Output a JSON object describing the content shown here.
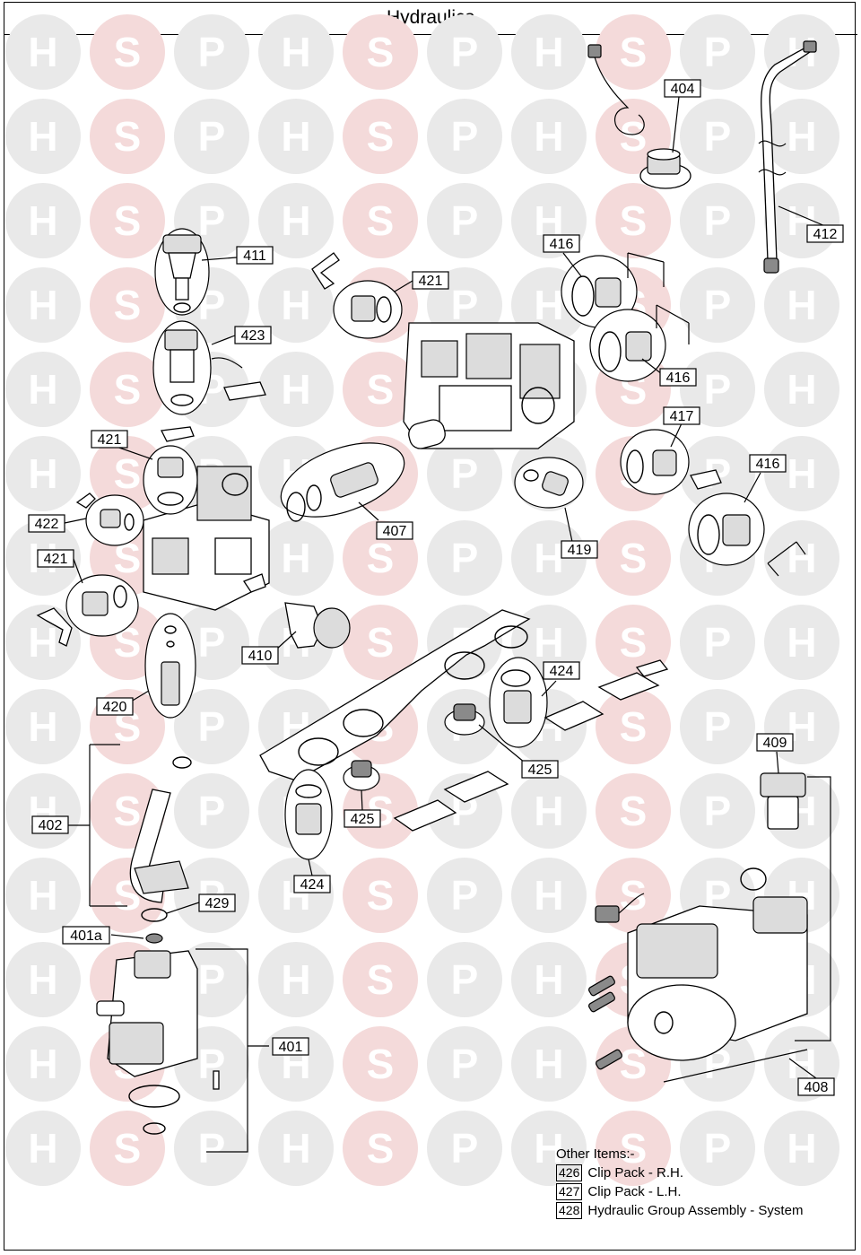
{
  "title": "Hydraulics",
  "watermark": {
    "letters": [
      "H",
      "S",
      "P"
    ]
  },
  "labels": {
    "p404": "404",
    "p412": "412",
    "p411": "411",
    "p421a": "421",
    "p416a": "416",
    "p423": "423",
    "p416b": "416",
    "p417": "417",
    "p421b": "421",
    "p416c": "416",
    "p422": "422",
    "p407": "407",
    "p419": "419",
    "p421c": "421",
    "p410": "410",
    "p424a": "424",
    "p420": "420",
    "p425a": "425",
    "p409": "409",
    "p402": "402",
    "p425b": "425",
    "p424b": "424",
    "p429": "429",
    "p401a": "401a",
    "p401": "401",
    "p408": "408"
  },
  "other_items": {
    "heading": "Other Items:-",
    "items": [
      {
        "code": "426",
        "desc": "Clip Pack - R.H."
      },
      {
        "code": "427",
        "desc": "Clip Pack - L.H."
      },
      {
        "code": "428",
        "desc": "Hydraulic Group Assembly - System"
      }
    ]
  },
  "colors": {
    "watermark_grey": "#e9e9e9",
    "watermark_pink": "#f4dada",
    "line": "#000000"
  }
}
